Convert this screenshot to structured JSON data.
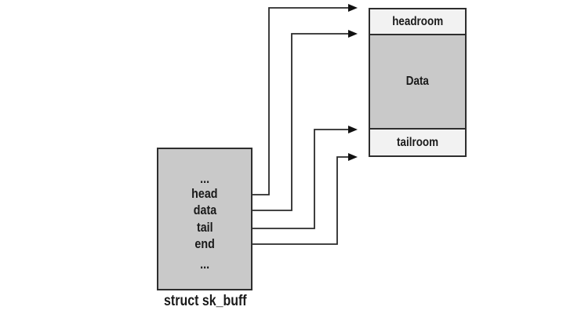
{
  "struct_box": {
    "label": "struct sk_buff",
    "fields": [
      "...",
      "head",
      "data",
      "tail",
      "end",
      "..."
    ]
  },
  "buffer_box": {
    "sections": [
      {
        "name": "headroom",
        "label": "headroom"
      },
      {
        "name": "data",
        "label": "Data"
      },
      {
        "name": "tailroom",
        "label": "tailroom"
      }
    ]
  },
  "arrows": [
    {
      "from_field": "head",
      "points_to": "top of headroom (buffer start)"
    },
    {
      "from_field": "data",
      "points_to": "top of Data section"
    },
    {
      "from_field": "tail",
      "points_to": "top of tailroom"
    },
    {
      "from_field": "end",
      "points_to": "bottom of buffer (buffer end)"
    }
  ],
  "colors": {
    "struct_fill": "#c9c9c9",
    "data_fill": "#c9c9c9",
    "room_fill": "#f2f2f2",
    "line": "#2a2a2a",
    "background": "#ffffff"
  }
}
